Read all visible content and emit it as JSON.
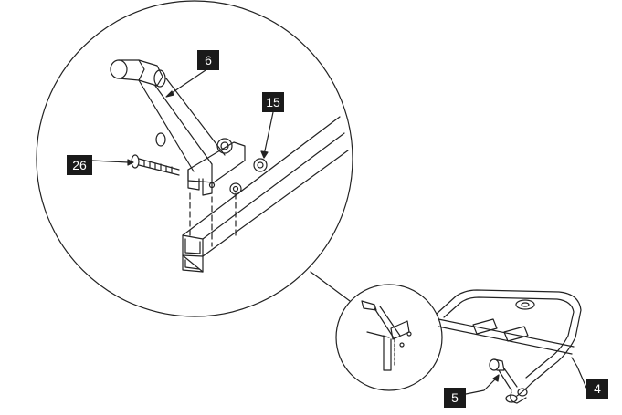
{
  "callouts": {
    "part_6": "6",
    "part_15": "15",
    "part_26": "26",
    "part_5": "5",
    "part_4": "4"
  },
  "colors": {
    "line": "#222222",
    "callout_bg": "#1a1a1a",
    "callout_text": "#ffffff"
  }
}
